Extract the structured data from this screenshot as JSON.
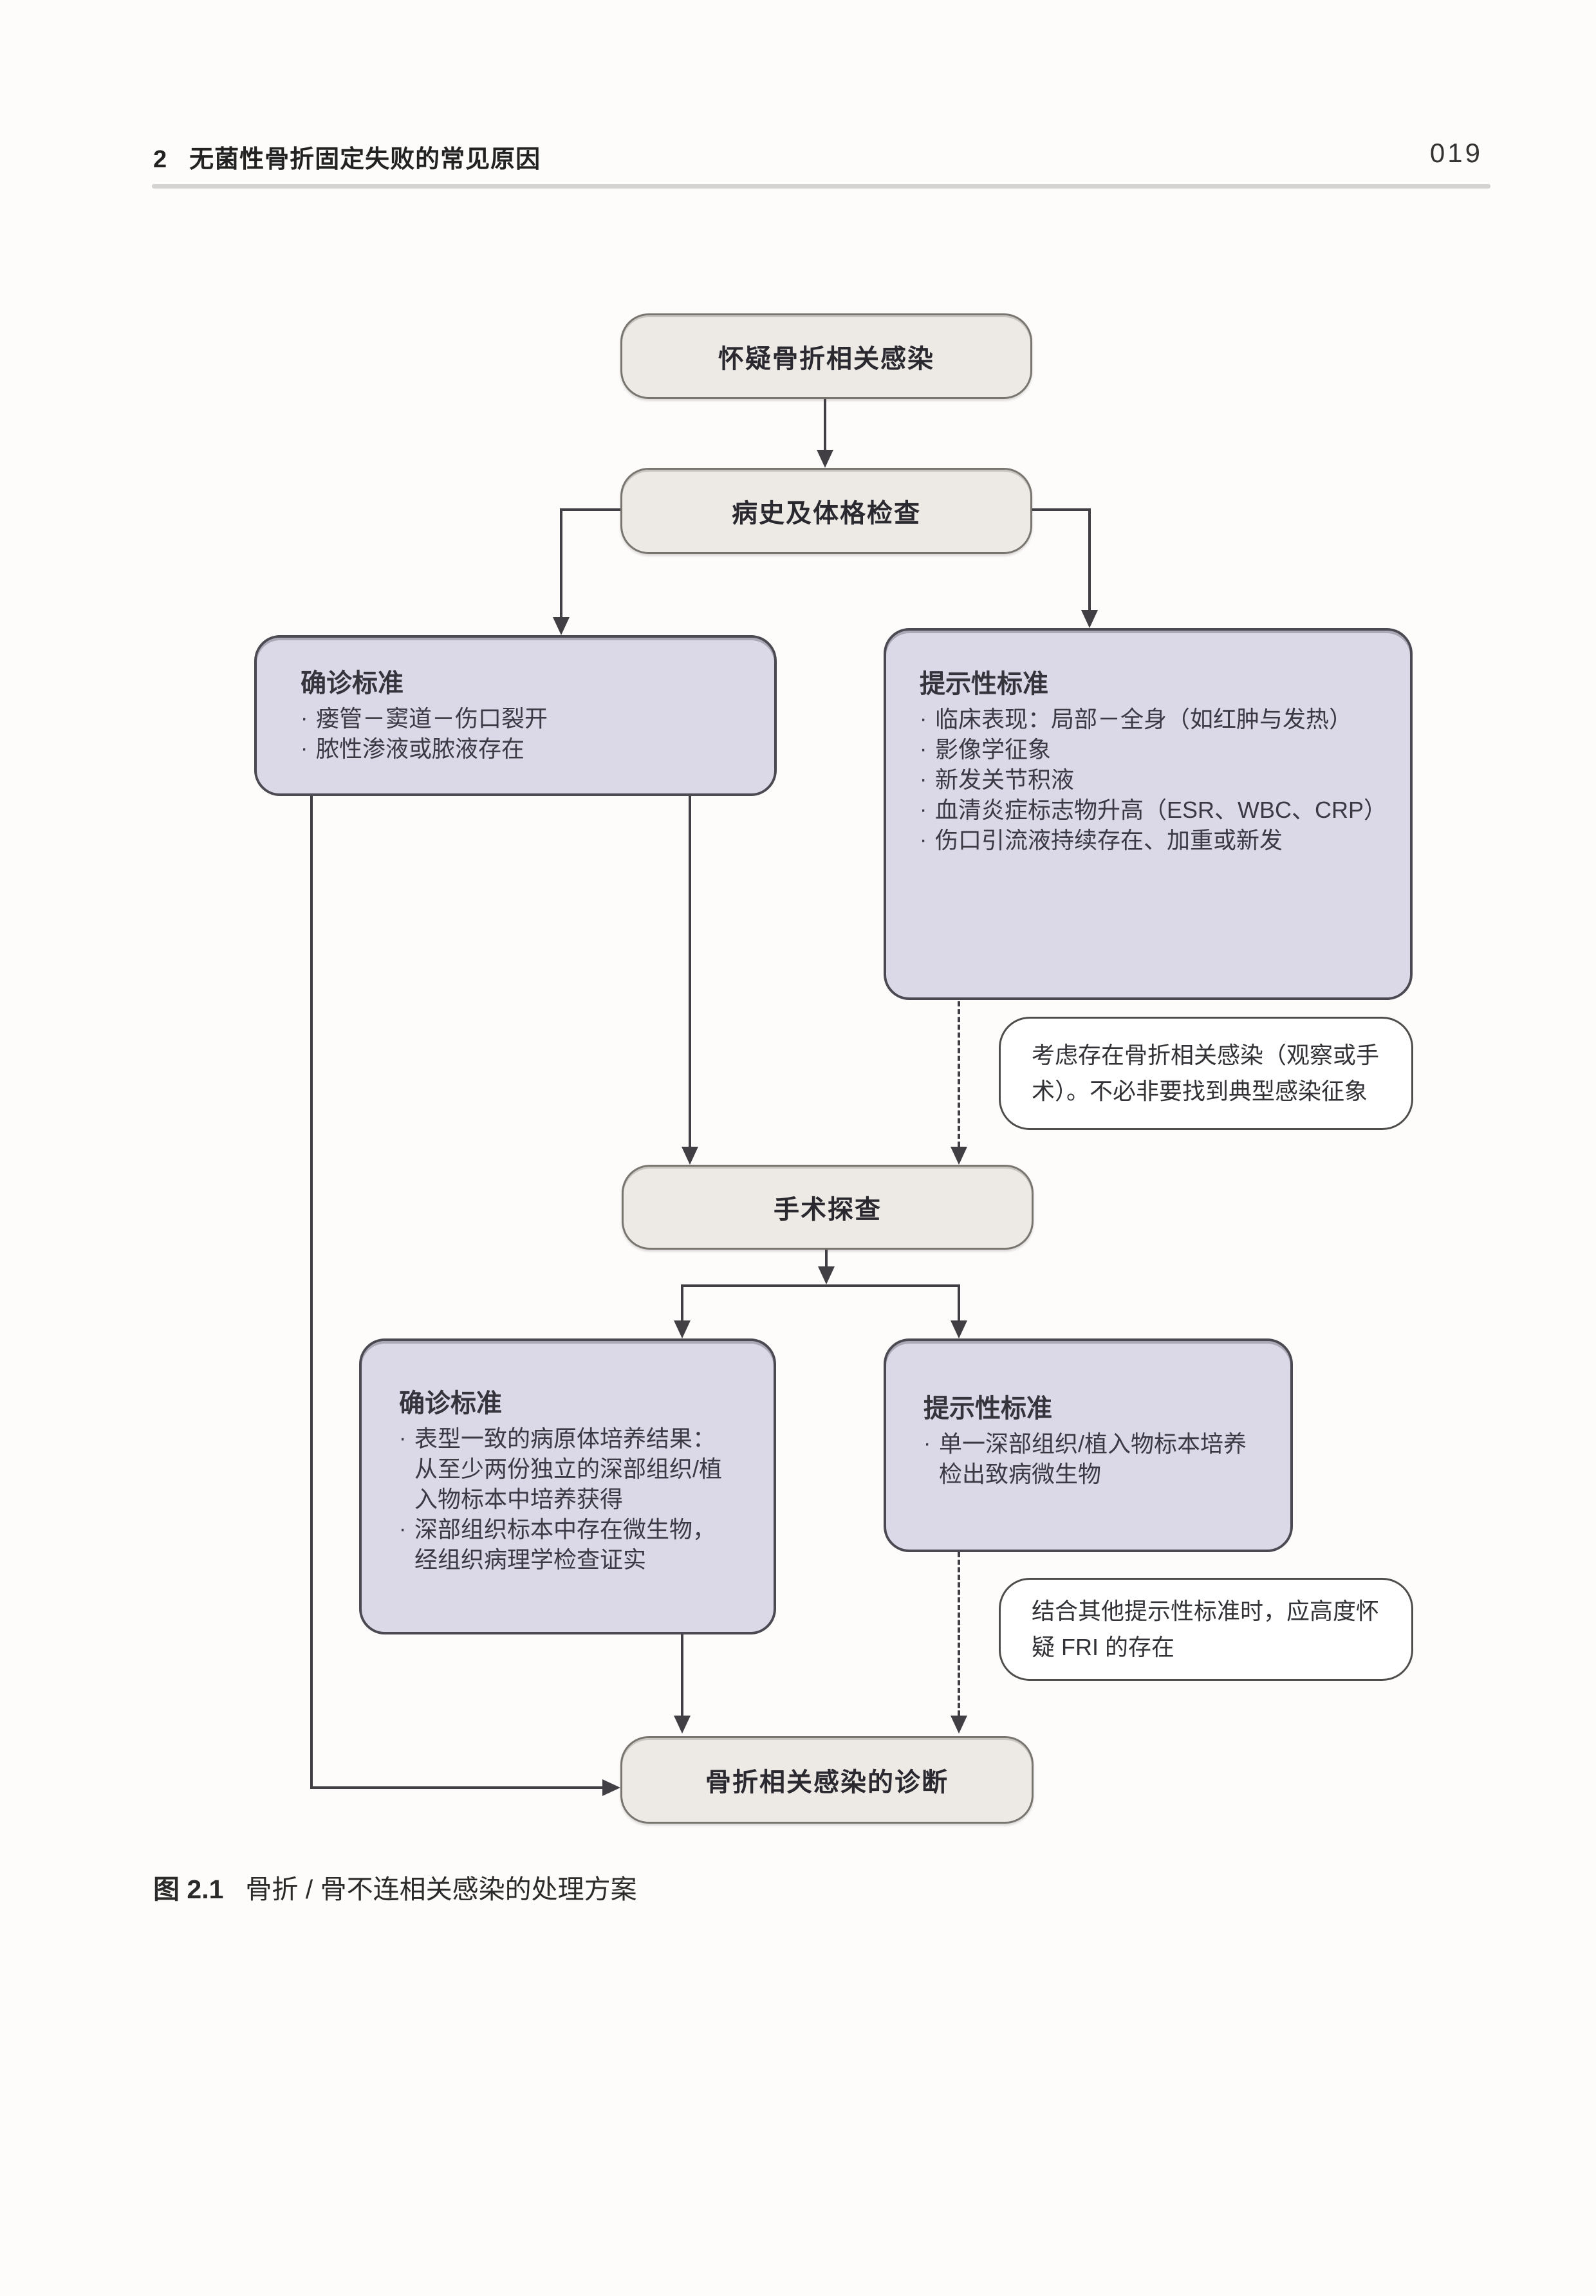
{
  "page": {
    "header": {
      "chapter_no": "2",
      "chapter_title": "无菌性骨折固定失败的常见原因",
      "page_number": "019"
    },
    "caption": {
      "label": "图 2.1",
      "text": "骨折 / 骨不连相关感染的处理方案"
    }
  },
  "flowchart": {
    "bullet_char": "·",
    "suspect": {
      "label": "怀疑骨折相关感染"
    },
    "history_exam": {
      "label": "病史及体格检查"
    },
    "confirm_top": {
      "title": "确诊标准",
      "bullets": [
        "瘘管－窦道－伤口裂开",
        "脓性渗液或脓液存在"
      ]
    },
    "suggestive_top": {
      "title": "提示性标准",
      "bullets": [
        "临床表现：局部－全身（如红肿与发热）",
        "影像学征象",
        "新发关节积液",
        "血清炎症标志物升高（ESR、WBC、CRP）",
        "伤口引流液持续存在、加重或新发"
      ]
    },
    "note_consider": {
      "text": "考虑存在骨折相关感染（观察或手术）。不必非要找到典型感染征象"
    },
    "surgical_exploration": {
      "label": "手术探查"
    },
    "confirm_bottom": {
      "title": "确诊标准",
      "bullets": [
        "表型一致的病原体培养结果：从至少两份独立的深部组织/植入物标本中培养获得",
        "深部组织标本中存在微生物，经组织病理学检查证实"
      ]
    },
    "suggestive_bottom": {
      "title": "提示性标准",
      "bullets": [
        "单一深部组织/植入物标本培养检出致病微生物"
      ]
    },
    "note_fri": {
      "text": "结合其他提示性标准时，应高度怀疑 FRI 的存在"
    },
    "diagnosis": {
      "label": "骨折相关感染的诊断"
    }
  },
  "colors": {
    "box-beige": "#edeae5",
    "box-lavender": "#dbd9e7",
    "box-note": "#ffffff",
    "line": "#413f44",
    "rule": "#d4d3d1"
  }
}
